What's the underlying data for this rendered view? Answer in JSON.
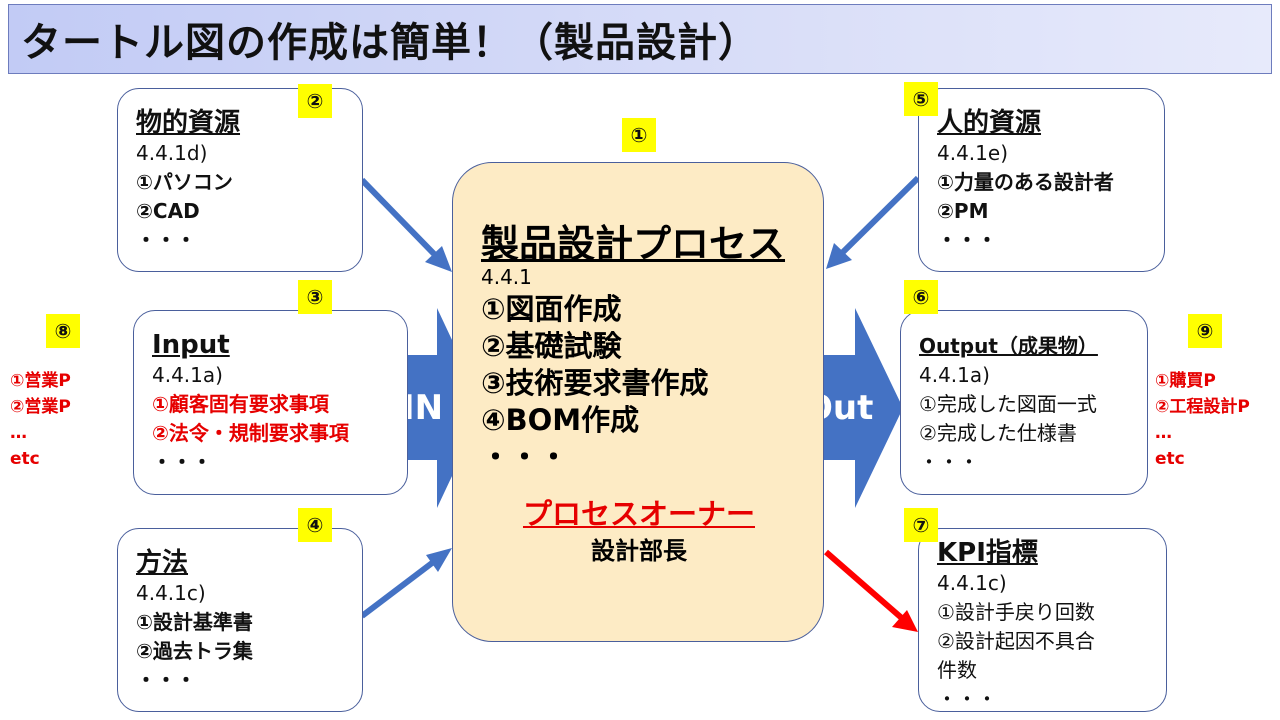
{
  "title": "タートル図の作成は簡単！（製品設計）",
  "center": {
    "badge": "①",
    "heading": "製品設計プロセス",
    "clause": "4.4.1",
    "items": [
      "①図面作成",
      "②基礎試験",
      "③技術要求書作成",
      "④BOM作成",
      "・・・"
    ],
    "owner": "プロセスオーナー",
    "dept": "設計部長"
  },
  "physical": {
    "badge": "②",
    "heading": "物的資源",
    "clause": "4.4.1d)",
    "items": [
      "①パソコン",
      "②CAD",
      "・・・"
    ]
  },
  "input": {
    "badge": "③",
    "heading": "Input",
    "clause": "4.4.1a)",
    "items": [
      "①顧客固有要求事項",
      "②法令・規制要求事項",
      "・・・"
    ]
  },
  "method": {
    "badge": "④",
    "heading": "方法",
    "clause": "4.4.1c)",
    "items": [
      "①設計基準書",
      "②過去トラ集",
      "・・・"
    ]
  },
  "human": {
    "badge": "⑤",
    "heading": "人的資源",
    "clause": "4.4.1e)",
    "items": [
      "①力量のある設計者",
      "②PM",
      "・・・"
    ]
  },
  "output": {
    "badge": "⑥",
    "heading": "Output（成果物）",
    "clause": "4.4.1a)",
    "items": [
      "①完成した図面一式",
      "②完成した仕様書",
      "・・・"
    ]
  },
  "kpi": {
    "badge": "⑦",
    "heading": "KPI指標",
    "clause": "4.4.1c)",
    "items": [
      "①設計手戻り回数",
      "②設計起因不具合",
      "件数",
      "・・・"
    ]
  },
  "left_side": {
    "badge": "⑧",
    "items": [
      "①営業P",
      "②営業P",
      "…",
      "etc"
    ]
  },
  "right_side": {
    "badge": "⑨",
    "items": [
      "①購買P",
      "②工程設計P",
      "…",
      "etc"
    ]
  },
  "arrows": {
    "in_label": "IN",
    "out_label": "Out"
  },
  "colors": {
    "arrow_blue": "#4472c4",
    "kpi_arrow": "#ff0000",
    "badge": "#ffff00",
    "center_fill": "#fdebc5",
    "accent_red": "#e60000"
  }
}
